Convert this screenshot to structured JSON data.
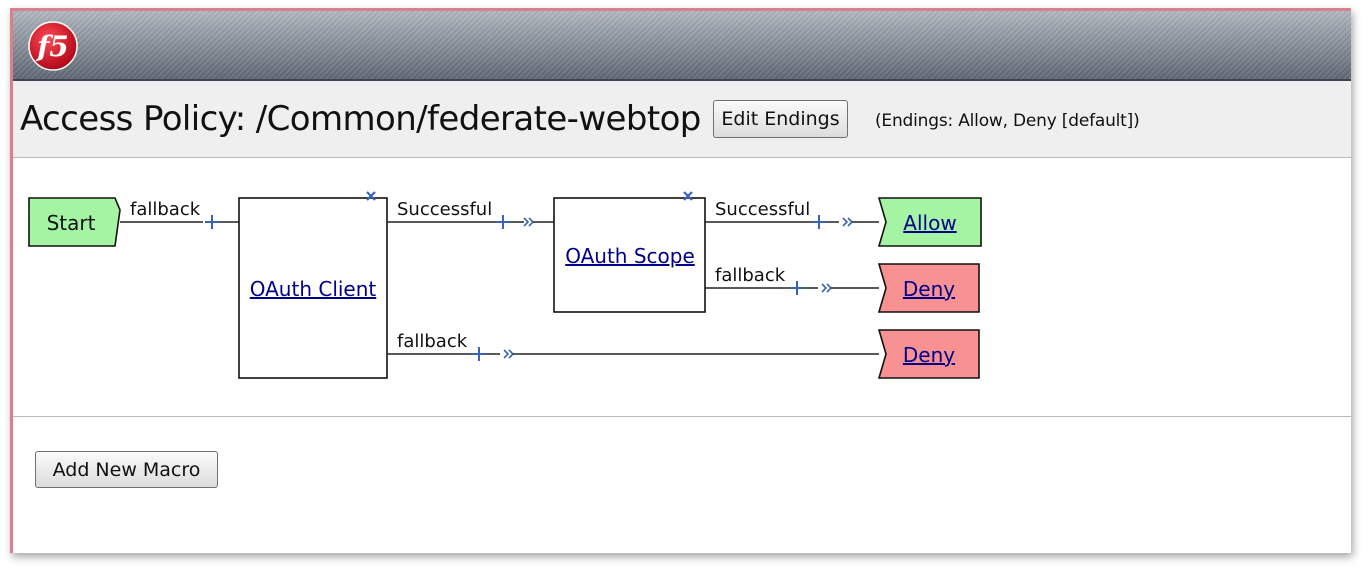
{
  "header": {
    "logo_text": "f5",
    "page_title": "Access Policy: /Common/federate-webtop",
    "edit_endings_label": "Edit Endings",
    "endings_note": "(Endings: Allow, Deny [default])"
  },
  "flow": {
    "start_label": "Start",
    "start_branch": "fallback",
    "nodes": [
      {
        "label": "OAuth Client",
        "branches": [
          "Successful",
          "fallback"
        ]
      },
      {
        "label": "OAuth Scope",
        "branches": [
          "Successful",
          "fallback"
        ]
      }
    ],
    "endings": [
      {
        "label": "Allow",
        "color": "#a4f4a4"
      },
      {
        "label": "Deny",
        "color": "#f89292"
      },
      {
        "label": "Deny",
        "color": "#f89292"
      }
    ]
  },
  "footer": {
    "add_macro_label": "Add New Macro"
  }
}
